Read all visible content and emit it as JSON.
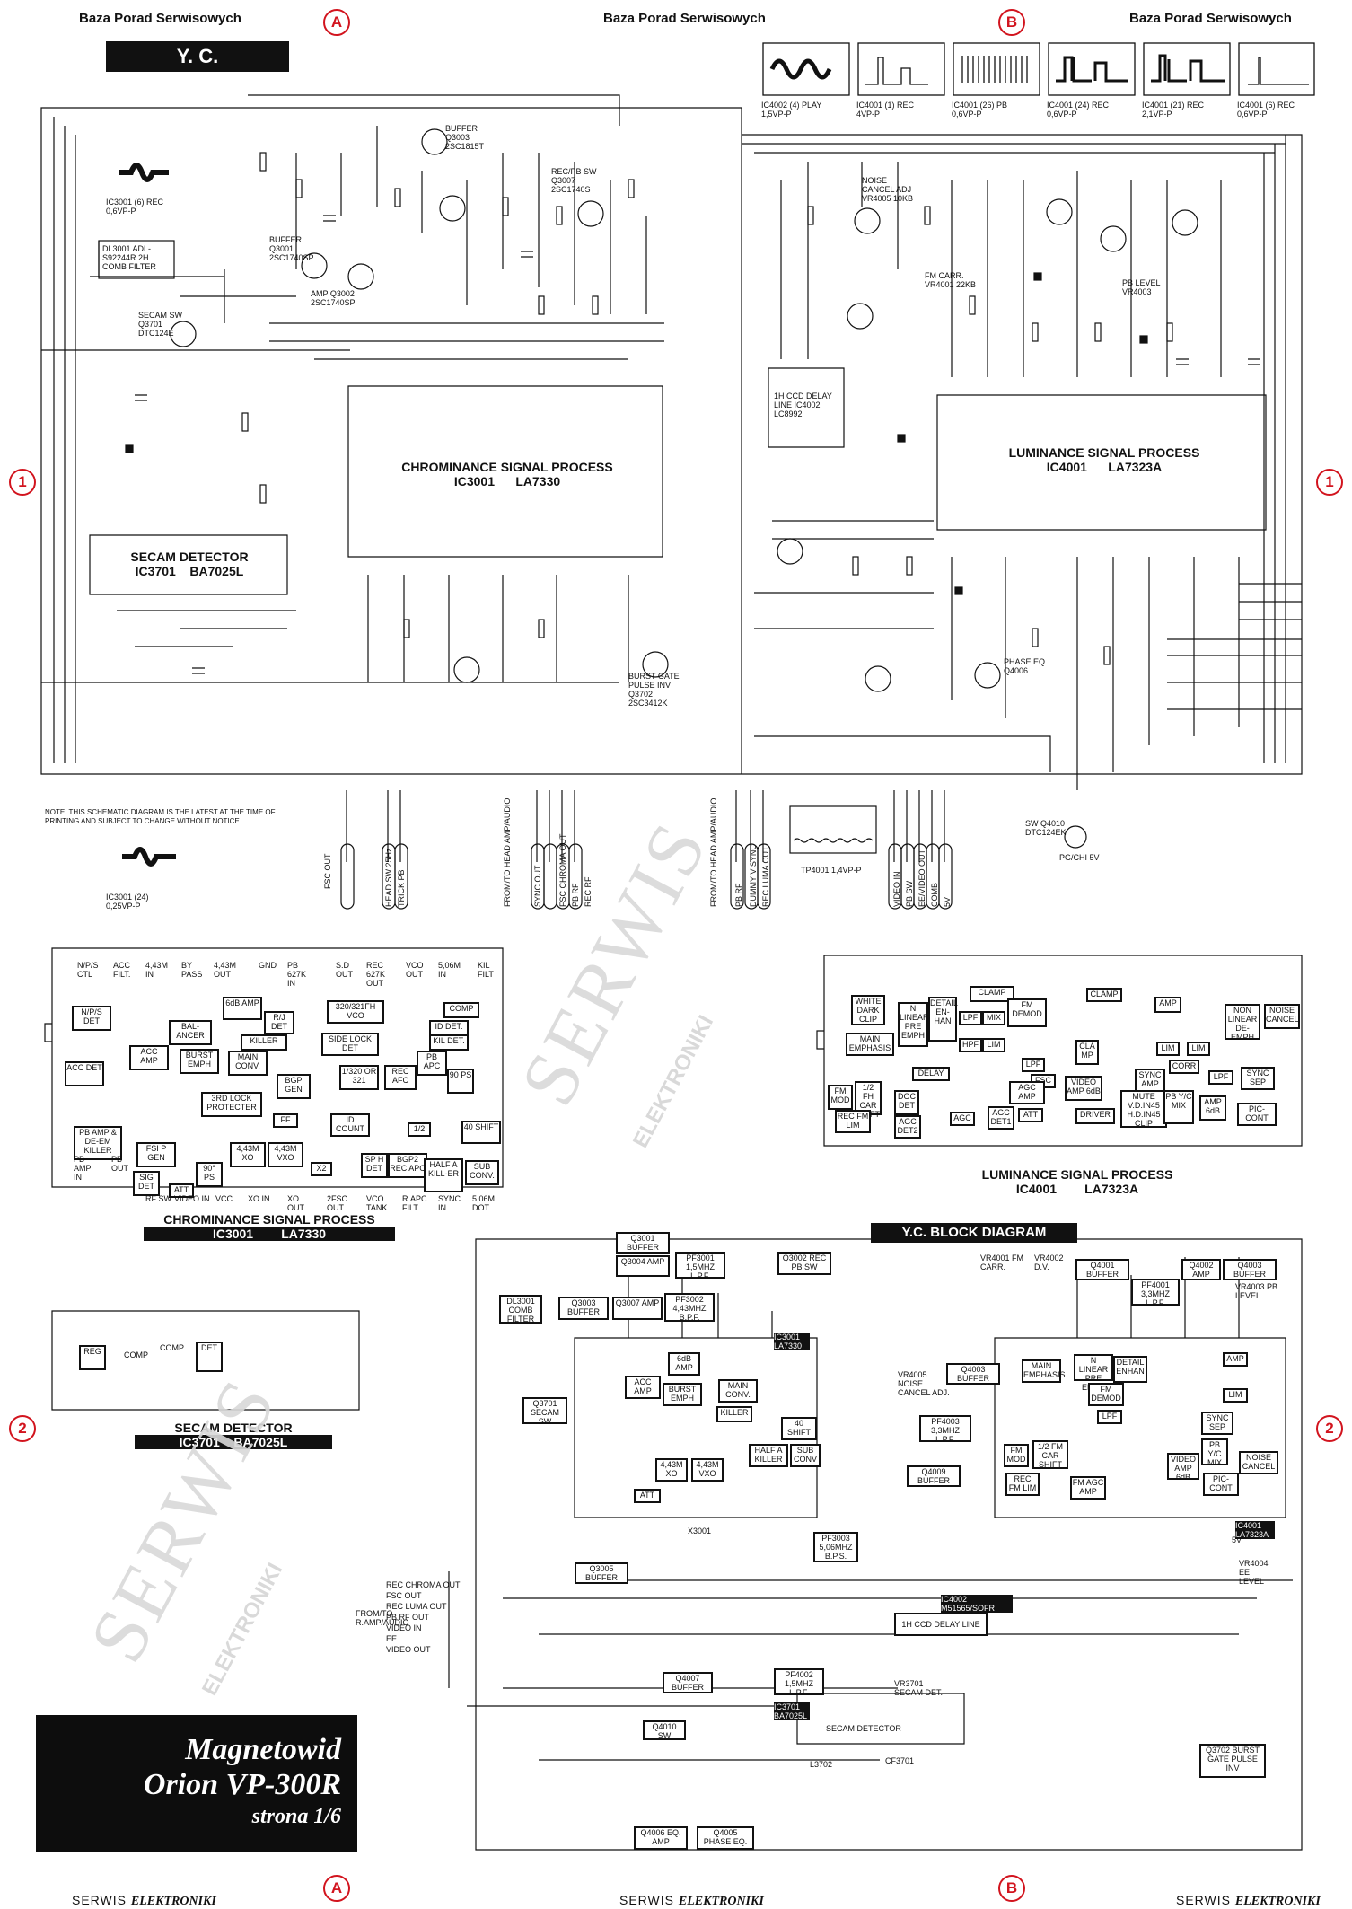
{
  "header": {
    "left": "Baza Porad Serwisowych",
    "center": "Baza Porad Serwisowych",
    "right": "Baza Porad Serwisowych"
  },
  "markers": {
    "a": "A",
    "b": "B",
    "one": "1",
    "two": "2"
  },
  "top_title": "Y. C.",
  "waveforms": [
    {
      "ic": "IC4002",
      "pin": "4",
      "mode": "PLAY",
      "value": "1,5VP-P"
    },
    {
      "ic": "IC4001",
      "pin": "1",
      "mode": "REC",
      "value": "4VP-P"
    },
    {
      "ic": "IC4001",
      "pin": "26",
      "mode": "PB",
      "value": "0,6VP-P"
    },
    {
      "ic": "IC4001",
      "pin": "24",
      "mode": "REC",
      "value": "0,6VP-P"
    },
    {
      "ic": "IC4001",
      "pin": "21",
      "mode": "REC",
      "value": "2,1VP-P"
    },
    {
      "ic": "IC4001",
      "pin": "6",
      "mode": "REC",
      "value": "0,6VP-P"
    }
  ],
  "wave_ic3001": {
    "ic": "IC3001",
    "pin": "6",
    "mode": "REC",
    "value": "0,6VP-P"
  },
  "wave_ic3001b": {
    "ic": "IC3001",
    "pin": "24",
    "value": "0,25VP-P"
  },
  "wave_tp4001": {
    "tp": "TP4001",
    "value": "1,4VP-P"
  },
  "ics": {
    "chroma": {
      "name": "CHROMINANCE SIGNAL PROCESS",
      "id": "IC3001",
      "part": "LA7330"
    },
    "luma": {
      "name": "LUMINANCE SIGNAL PROCESS",
      "id": "IC4001",
      "part": "LA7323A"
    },
    "secam": {
      "name": "SECAM DETECTOR",
      "id": "IC3701",
      "part": "BA7025L"
    }
  },
  "top_components": {
    "comb_filter": "DL3001 ADL-S92244R 2H COMB FILTER",
    "delay_line": "1H CCD DELAY LINE IC4002 LC8992",
    "buffer1": "BUFFER Q3001 2SC1740SP",
    "amp1": "AMP Q3002 2SC1740SP",
    "secam_sw": "SECAM SW Q3701 DTC124E",
    "buffer_rec": "BUFFER Q3003 2SC1815T",
    "rec_pb_sw": "REC/PB SW Q3007 2SC1740S",
    "noise_cancel": "NOISE CANCEL ADJ VR4005 10KB",
    "fm_carr": "FM CARR. VR4001 22KB",
    "pb_level": "PB LEVEL VR4003",
    "burst_gate": "BURST GATE PULSE INV Q3702 2SC3412K",
    "phase_eq": "PHASE EQ. Q4006",
    "sw_q4010": "SW Q4010 DTC124EK",
    "note": "NOTE: THIS SCHEMATIC DIAGRAM IS THE LATEST AT THE TIME OF PRINTING AND SUBJECT TO CHANGE WITHOUT NOTICE"
  },
  "connectors_left": [
    "FSC OUT",
    "HEAD SW 25Hz",
    "TRICK PB",
    "SYNC OUT",
    "FROM/TO HEAD AMP/AUDIO",
    "FSC CHROMA OUT",
    "PB RF",
    "REC RF"
  ],
  "connectors_right": [
    "FROM/TO HEAD AMP/AUDIO",
    "PB RF",
    "DUMMY V SYNC",
    "REC LUMA OUT",
    "VIDEO IN",
    "PB SW",
    "EE/VIDEO OUT",
    "COMB",
    "5V",
    "PG/CHI 5V"
  ],
  "chroma_pins_top": [
    "N/P/S CTL",
    "ACC FILT.",
    "4,43M IN",
    "BY PASS",
    "4,43M OUT",
    "GND",
    "PB 627K IN",
    "S.D OUT",
    "REC 627K OUT",
    "VCO OUT",
    "5,06M IN",
    "KIL FILT"
  ],
  "chroma_pins_bottom": [
    "PB AMP IN",
    "PB OUT",
    "RF SW",
    "VIDEO IN",
    "VCC",
    "XO IN",
    "XO OUT",
    "2FSC OUT",
    "VCO TANK",
    "R.APC FILT",
    "SYNC IN",
    "5,06M DOT"
  ],
  "chroma_blocks": [
    "N/P/S DET",
    "ACC DET",
    "ACC AMP",
    "BAL-ANCER",
    "BURST EMPH",
    "6dB AMP",
    "R/J DET",
    "320/321FH VCO",
    "COMP",
    "KILLER",
    "ID DET.",
    "KIL DET.",
    "MAIN CONV.",
    "BGP GEN",
    "SIDE LOCK DET",
    "1/320 OR 321",
    "REC AFC",
    "PB APC",
    "90 PS",
    "3RD LOCK PROTECTER",
    "FF",
    "ID COUNT",
    "1/2",
    "40 SHIFT",
    "FSI P GEN",
    "4,43M XO",
    "4,43M VXO",
    "X2",
    "SP H DET",
    "BGP2 REC APC",
    "HALF A KILL-ER",
    "SUB CONV.",
    "PB AMP & DE-EM KILLER",
    "SIG DET",
    "ATT",
    "90° PS"
  ],
  "luma_blocks": [
    "WHITE DARK CLIP",
    "MAIN EMPHASIS",
    "N LINEAR PRE EMPH",
    "DETAIL EN-HAN",
    "CLAMP",
    "LPF",
    "MIX",
    "FM DEMOD",
    "HPF",
    "LIM",
    "LPF",
    "CLAMP",
    "CLA MP",
    "AMP",
    "NON LINEAR DE-EMPH",
    "NOISE CANCEL",
    "LIM",
    "LIM",
    "CORR",
    "DELAY",
    "FSC",
    "VIDEO AMP 6dB",
    "SYNC AMP",
    "LPF",
    "SYNC SEP",
    "FM MOD",
    "1/2 FH CAR SHIFT",
    "REC FM LIM",
    "DOC DET",
    "AGC DET2",
    "AGC AMP",
    "AGC",
    "AGC DET1",
    "ATT",
    "DRIVER",
    "MUTE V.D.IN45 H.D.IN45 CLIP",
    "PB Y/C MIX",
    "AMP 6dB",
    "PIC-CONT"
  ],
  "secam_blocks": [
    "REG",
    "COMP",
    "COMP",
    "DET"
  ],
  "block_diagram": {
    "title": "Y.C. BLOCK DIAGRAM",
    "chroma_ic": "IC3001 LA7330",
    "luma_ic": "IC4001 LA7323A",
    "delay_ic": "IC4002 M51565/SOFR",
    "secam_ic": "IC3701 BA7025L",
    "inputs": [
      "REC CHROMA OUT",
      "FSC OUT",
      "REC LUMA OUT",
      "PB RF OUT",
      "VIDEO IN",
      "EE",
      "VIDEO OUT"
    ],
    "from_to": "FROM/TO R.AMP/AUDIO",
    "blocks": [
      "Q3001 BUFFER",
      "Q3004 AMP",
      "PF3001 1,5MHZ L.P.F.",
      "Q3002 REC PB SW",
      "DL3001 COMB FILTER",
      "Q3003 BUFFER",
      "Q3007 AMP",
      "PF3002 4,43MHZ B.P.F.",
      "Q3701 SECAM SW",
      "ACC AMP",
      "BURST EMPH",
      "6dB AMP",
      "MAIN CONV.",
      "KILLER",
      "40 SHIFT",
      "HALF A KILLER",
      "SUB CONV",
      "4,43M XO",
      "4,43M VXO",
      "ATT",
      "X3001",
      "PF3003 5,06MHZ B.P.S.",
      "Q3005 BUFFER",
      "VR4001 FM CARR.",
      "VR4002 D.V.",
      "Q4001 BUFFER",
      "PF4001 3,3MHZ L.P.F.",
      "Q4002 AMP",
      "Q4003 BUFFER",
      "VR4003 PB LEVEL",
      "VR4005 NOISE CANCEL ADJ.",
      "Q4003 BUFFER",
      "PF4003 3,3MHZ L.P.F.",
      "Q4009 BUFFER",
      "MAIN EMPHASIS",
      "N LINEAR PRE EMPH",
      "DETAIL ENHAN",
      "FM DEMOD",
      "LPF",
      "AMP",
      "LIM",
      "SYNC SEP",
      "PB Y/C MIX",
      "NOISE CANCEL",
      "PIC-CONT",
      "FM MOD",
      "1/2 FM CAR SHIFT",
      "REC FM LIM",
      "FM AGC AMP",
      "VIDEO AMP 6dB",
      "1H CCD DELAY LINE",
      "Q4007 BUFFER",
      "PF4002 1,5MHZ L.P.F.",
      "Q4010 SW",
      "VR3701 SECAM DET.",
      "SECAM DETECTOR",
      "L3702",
      "CF3701",
      "Q3702 BURST GATE PULSE INV",
      "Q4006 EQ. AMP",
      "Q4005 PHASE EQ.",
      "VR4004 EE LEVEL",
      "5V"
    ]
  },
  "brand": {
    "line1": "Magnetowid",
    "line2": "Orion VP-300R",
    "line3": "strona 1/6"
  },
  "watermark": {
    "main": "SERWIS",
    "sub": "ELEKTRONIKI"
  },
  "footer": {
    "left_a": "SERWIS",
    "left_b": "ELEKTRONIKI",
    "center_a": "SERWIS",
    "center_b": "ELEKTRONIKI",
    "right_a": "SERWIS",
    "right_b": "ELEKTRONIKI"
  },
  "colors": {
    "ink": "#111111",
    "marker": "#d2141e",
    "watermark": "#d9d9d9"
  }
}
